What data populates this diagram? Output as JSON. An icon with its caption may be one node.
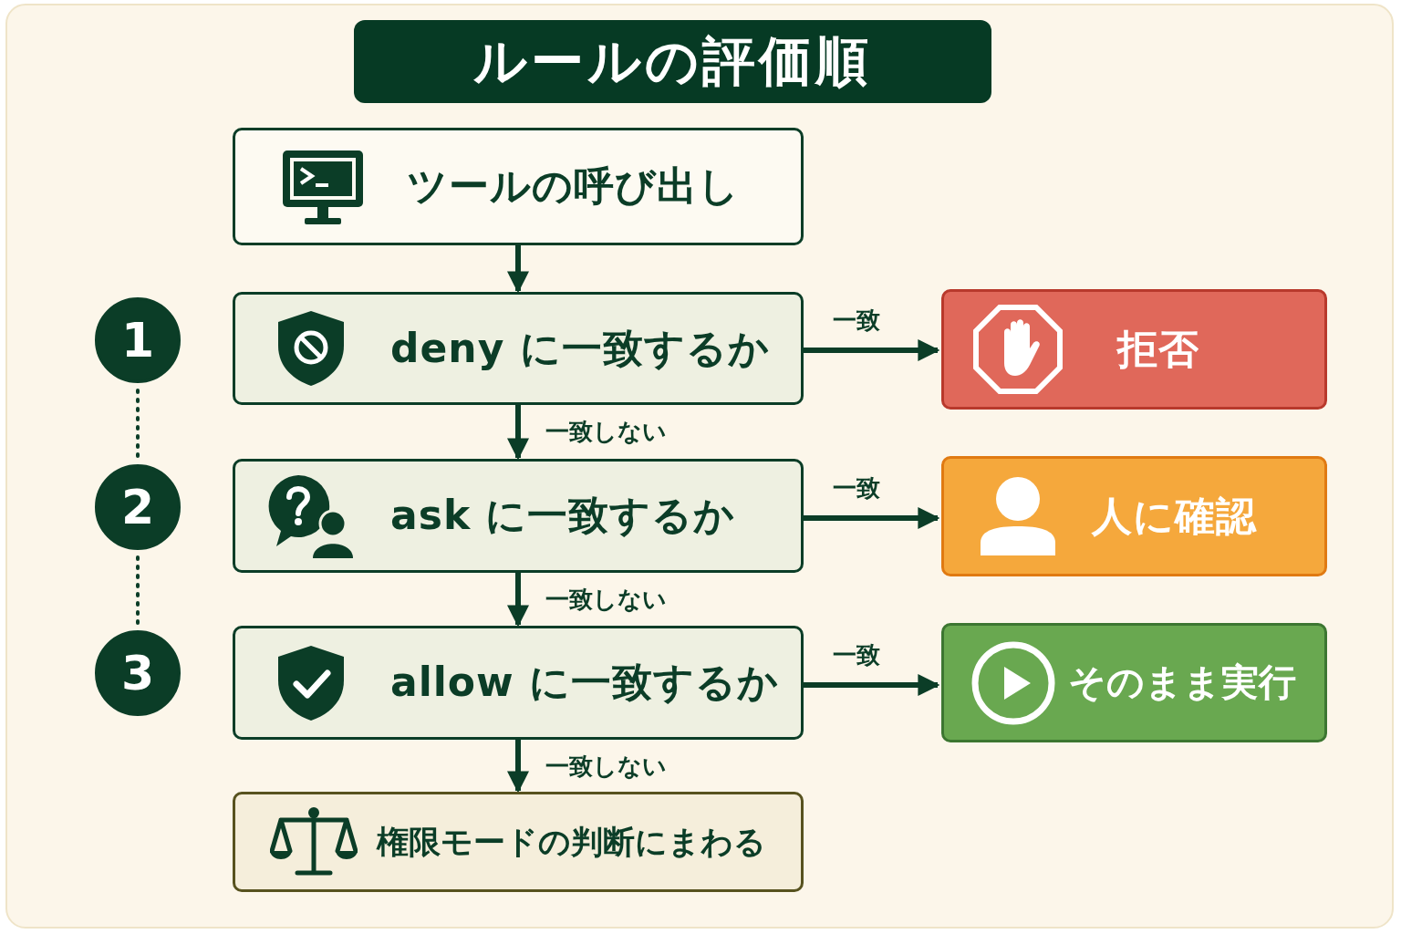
{
  "diagram": {
    "title": "ルールの評価順",
    "nodes": [
      {
        "text": [
          "ツールの呼び出し"
        ]
      },
      {
        "text": [
          "1"
        ]
      },
      {
        "text": [
          "deny に一致するか"
        ]
      },
      {
        "text": [
          "拒否"
        ]
      },
      {
        "text": [
          "2"
        ]
      },
      {
        "text": [
          "ask に一致するか"
        ]
      },
      {
        "text": [
          "人に確認"
        ]
      },
      {
        "text": [
          "3"
        ]
      },
      {
        "text": [
          "allow に一致するか"
        ]
      },
      {
        "text": [
          "そのまま実行"
        ]
      },
      {
        "text": [
          "権限モードの判断にまわる"
        ]
      }
    ],
    "edges": [
      {
        "from": 0,
        "to": 2,
        "arrow": "to"
      },
      {
        "from": 2,
        "to": 3,
        "arrow": "to",
        "label": "一致"
      },
      {
        "from": 2,
        "to": 5,
        "arrow": "to",
        "label": "一致しない"
      },
      {
        "from": 5,
        "to": 6,
        "arrow": "to",
        "label": "一致"
      },
      {
        "from": 5,
        "to": 8,
        "arrow": "to",
        "label": "一致しない"
      },
      {
        "from": 8,
        "to": 9,
        "arrow": "to",
        "label": "一致"
      },
      {
        "from": 8,
        "to": 10,
        "arrow": "to",
        "label": "一致しない"
      },
      {
        "from": 1,
        "to": 4,
        "arrow": "none",
        "style": "dashed"
      },
      {
        "from": 4,
        "to": 7,
        "arrow": "none",
        "style": "dashed"
      }
    ]
  }
}
